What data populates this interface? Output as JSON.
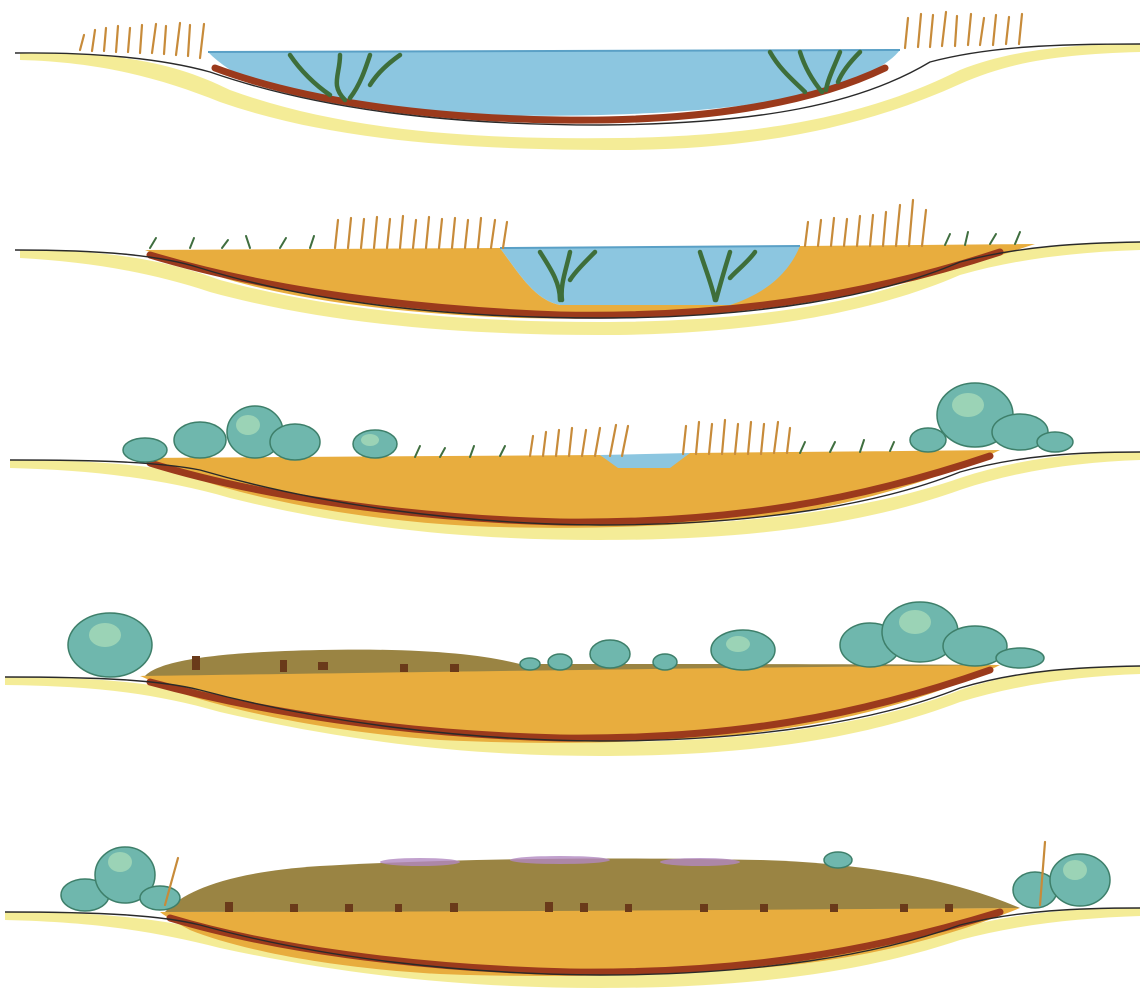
{
  "figure": {
    "stages": [
      {
        "id": 1,
        "components": [
          "open-water",
          "reeds",
          "submerged-roots",
          "clay-layer"
        ]
      },
      {
        "id": 2,
        "components": [
          "open-water",
          "reeds",
          "grass",
          "sediment-fill",
          "clay-layer"
        ]
      },
      {
        "id": 3,
        "components": [
          "small-pool",
          "reeds",
          "grass",
          "shrubs",
          "sediment-fill",
          "clay-layer"
        ]
      },
      {
        "id": 4,
        "components": [
          "peat-surface",
          "stumps",
          "shrubs",
          "sediment-fill",
          "clay-layer"
        ]
      },
      {
        "id": 5,
        "components": [
          "raised-bog-dome",
          "stumps",
          "heather",
          "shrubs",
          "sediment-fill",
          "clay-layer"
        ]
      }
    ],
    "colors": {
      "water": "#8cc6e0",
      "sediment": "#e8ad3e",
      "clay": "#9b3a1c",
      "peat": "#9a8443",
      "reed": "#c78b3a",
      "shrub": "#6fb7ad"
    }
  }
}
